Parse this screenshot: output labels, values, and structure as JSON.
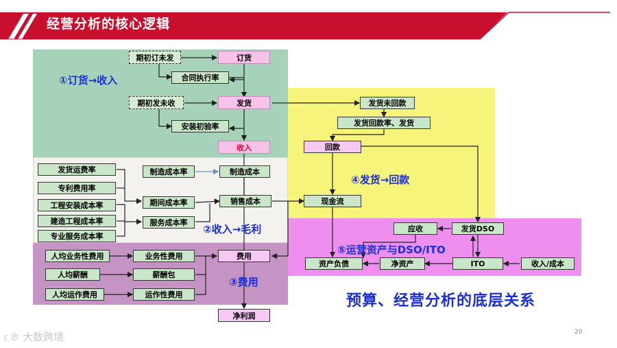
{
  "header": {
    "title": "经营分析的核心逻辑"
  },
  "labels": {
    "order_to_revenue": "①订货→收入",
    "revenue_to_margin": "②收入→毛利",
    "expense": "③费用",
    "ship_to_collect": "④发货→回款",
    "op_assets": "⑤运营资产与DSO/ITO"
  },
  "boxes": {
    "order": "订货",
    "opening_unshipped_orders": "期初订未发",
    "contract_exec_rate": "合同执行率",
    "ship": "发货",
    "opening_unaccepted": "期初发未收",
    "install_accept_rate": "安装初验率",
    "revenue": "收入",
    "ship_freight_rate": "发货运费率",
    "patent_fee_rate": "专利费用率",
    "eng_install_cost_rate": "工程安装成本率",
    "construction_cost_rate": "建造工程成本率",
    "pro_service_cost_rate": "专业服务成本率",
    "mfg_cost_rate": "制造成本率",
    "mfg_cost": "制造成本",
    "period_cost_rate": "期间成本率",
    "service_cost_rate": "服务成本率",
    "sales_cost": "销售成本",
    "per_capita_business_fee": "人均业务性费用",
    "business_fee": "业务性费用",
    "per_capita_salary": "人均薪酬",
    "salary_pack": "薪酬包",
    "per_capita_ops_fee": "人均运作费用",
    "ops_fee": "运作性费用",
    "expense": "费用",
    "net_profit": "净利润",
    "shipped_uncollected": "发货未回款",
    "ship_collect_rate": "发货回款率、发货",
    "collection": "回款",
    "cash_flow": "现金流",
    "receivable": "应收",
    "ship_dso": "发货DSO",
    "assets_liabilities": "资产负债",
    "net_assets": "净资产",
    "ito": "ITO",
    "revenue_cost": "收入/成本"
  },
  "bottom_title": "预算、经营分析的底层关系",
  "page_number": "20",
  "watermark": "大数跨境",
  "colors": {
    "header_red": "#c8102e",
    "label_blue": "#1a2fd8",
    "green_region": "#a6d2ba",
    "yellow_region": "#f7f47b",
    "magenta_region": "#ee8ff0",
    "purple_region": "#c594c4"
  }
}
